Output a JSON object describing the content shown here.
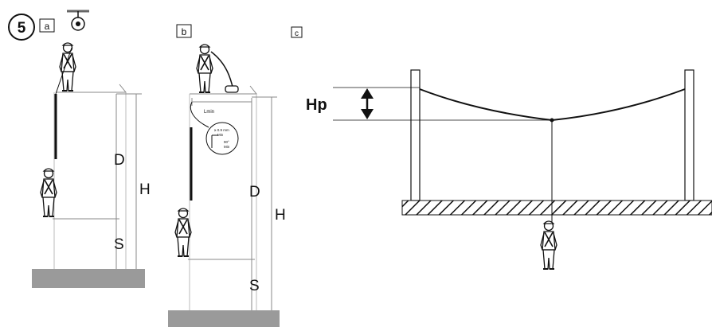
{
  "step_number": "5",
  "panels": {
    "a": {
      "letter": "a",
      "label_d": "D",
      "label_h": "H",
      "label_s": "S"
    },
    "b": {
      "letter": "b",
      "label_d": "D",
      "label_h": "H",
      "label_s": "S",
      "label_lmin": "Lmin",
      "detail_line1": "≥ 0.9 mm",
      "detail_line2": "Min",
      "detail_line3": "90°",
      "detail_line4": "Min"
    },
    "c": {
      "letter": "c",
      "label_hp": "Hp"
    }
  },
  "colors": {
    "ink": "#111111",
    "ground": "#9a9a9a",
    "thin": "#777777"
  },
  "icons": [
    "worker-figure-icon",
    "self-retracting-lifeline-icon",
    "double-arrow-icon"
  ]
}
